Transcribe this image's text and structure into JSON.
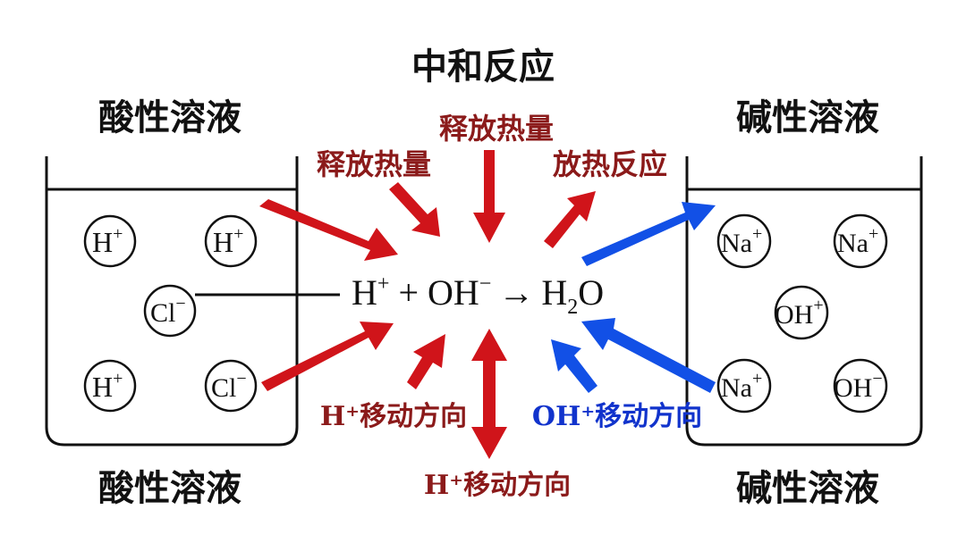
{
  "title": "中和反应",
  "left_solution": {
    "top_label": "酸性溶液",
    "bottom_label": "酸性溶液"
  },
  "right_solution": {
    "top_label": "碱性溶液",
    "bottom_label": "碱性溶液"
  },
  "left_ions": [
    {
      "base": "H",
      "sup": "+"
    },
    {
      "base": "H",
      "sup": "+"
    },
    {
      "base": "Cl",
      "sup": "−"
    },
    {
      "base": "H",
      "sup": "+"
    },
    {
      "base": "Cl",
      "sup": "−"
    }
  ],
  "right_ions": [
    {
      "base": "Na",
      "sup": "+"
    },
    {
      "base": "Na",
      "sup": "+"
    },
    {
      "base": "OH",
      "sup": "+"
    },
    {
      "base": "Na",
      "sup": "+"
    },
    {
      "base": "OH",
      "sup": "−"
    }
  ],
  "equation": {
    "h": "H",
    "h_charge": "+",
    "plus": "+",
    "oh": "OH",
    "oh_charge": "−",
    "arrow": "→",
    "product": "H",
    "product_sub": "2",
    "product_end": "O"
  },
  "labels": {
    "release_heat_amount": "释放热量",
    "release_heat": "释放热量",
    "exothermic_reaction": "放热反应",
    "h_move_direction": "H⁺移动方向",
    "h_move_direction_bottom": "H⁺移动方向",
    "oh_move_direction": "OH⁺移动方向"
  },
  "colors": {
    "red_arrow": "#d0141a",
    "blue_arrow": "#1250e6",
    "red_text": "#8b1a1a",
    "blue_text": "#1133cc"
  }
}
